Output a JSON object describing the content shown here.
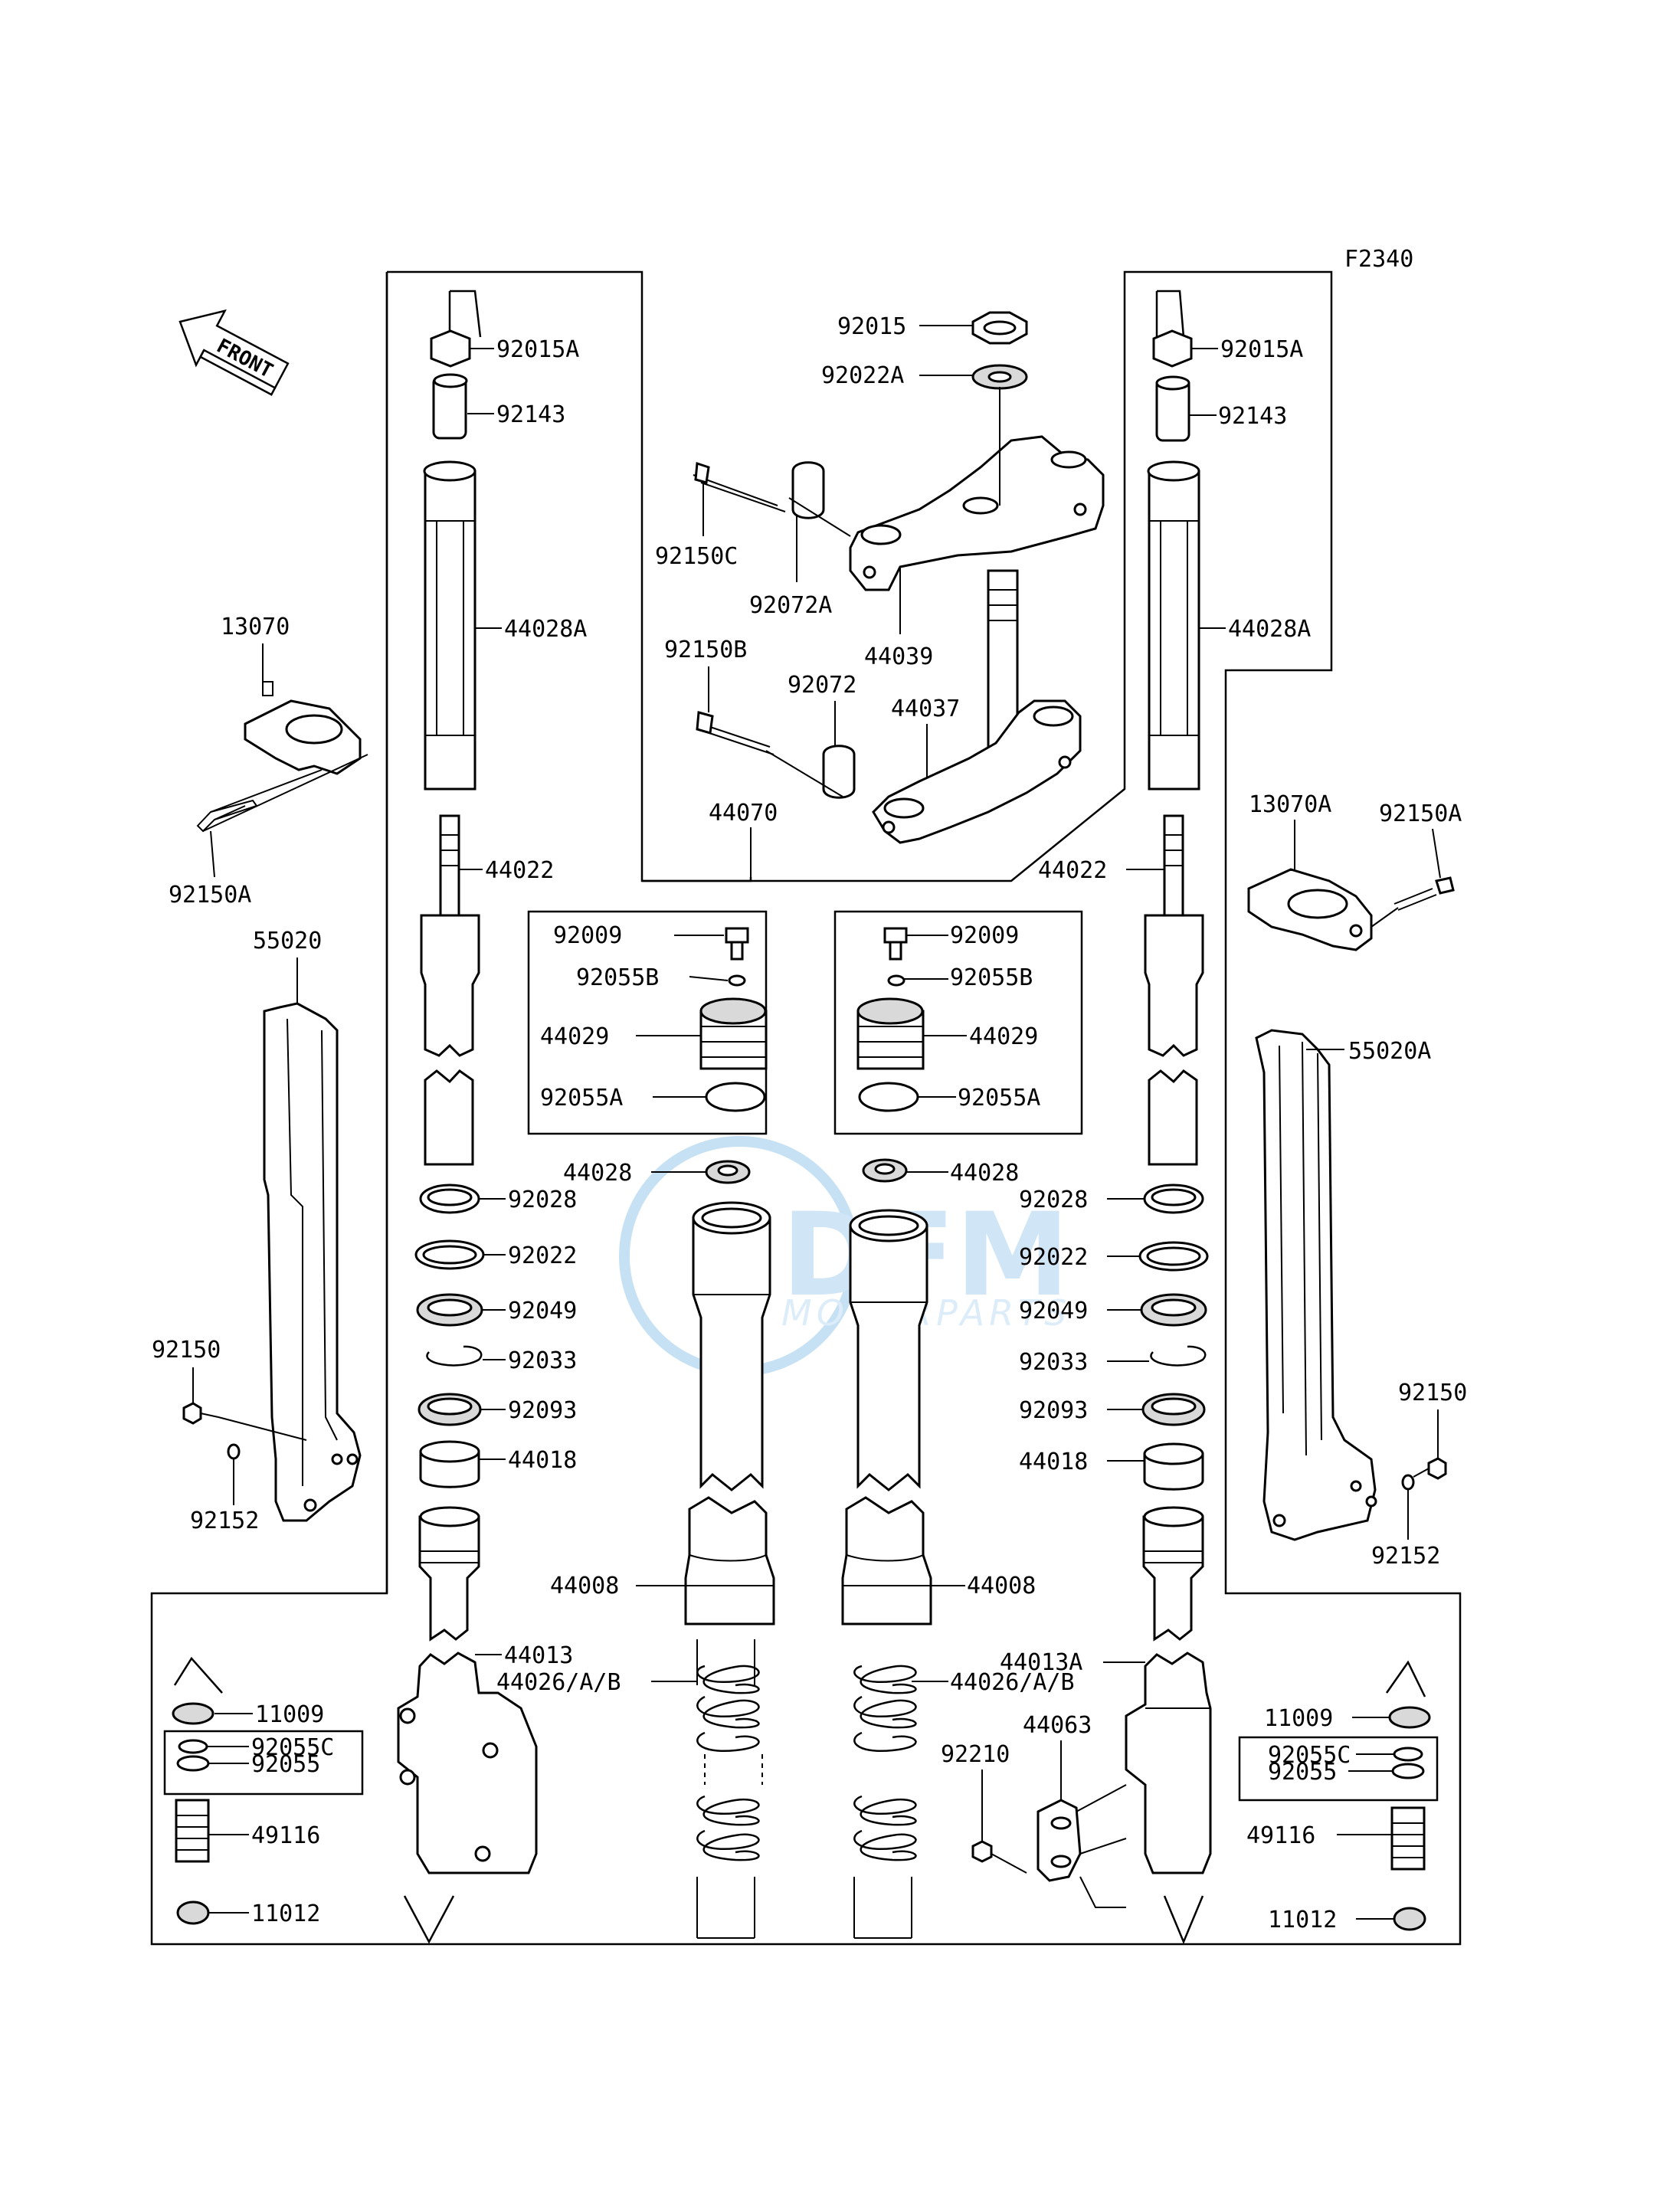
{
  "figure_code": "F2340",
  "front_arrow": "FRONT",
  "watermark": {
    "brand": "DFM",
    "subtitle": "MOTORPARTS",
    "color": "#5fa8e0"
  },
  "left_fork": {
    "top_nut": "92015A",
    "collar": "92143",
    "inner_tube": "44028A",
    "rod": "44022",
    "bushing": "92028",
    "washer": "92022",
    "oil_seal": "92049",
    "circlip": "92033",
    "dust_seal": "92093",
    "guide_bushing": "44018",
    "outer_tube": "44013",
    "spring": "44026/A/B",
    "air_valve_cap": "11009",
    "oring_c": "92055C",
    "oring": "92055",
    "valve": "49116",
    "plug": "11012",
    "cap_bolt": "92009",
    "oring_b": "92055B",
    "cap_assy": "44029",
    "oring_a": "92055A",
    "washer_44028": "44028",
    "cylinder_cover": "44008",
    "clamp": "13070",
    "clamp_bolt": "92150A",
    "guard": "55020",
    "guard_bolt": "92150",
    "guard_washer": "92152"
  },
  "right_fork": {
    "top_nut": "92015A",
    "collar": "92143",
    "inner_tube": "44028A",
    "rod": "44022",
    "bushing": "92028",
    "washer": "92022",
    "oil_seal": "92049",
    "circlip": "92033",
    "dust_seal": "92093",
    "guide_bushing": "44018",
    "outer_tube": "44013A",
    "spring": "44026/A/B",
    "air_valve_cap": "11009",
    "oring_c": "92055C",
    "oring": "92055",
    "valve": "49116",
    "plug": "11012",
    "cap_bolt": "92009",
    "oring_b": "92055B",
    "cap_assy": "44029",
    "oring_a": "92055A",
    "washer_44028": "44028",
    "cylinder_cover": "44008",
    "clamp": "13070A",
    "clamp_bolt": "92150A",
    "guard": "55020A",
    "guard_bolt": "92150",
    "guard_washer": "92152",
    "hose_guide": "44063",
    "guide_nut": "92210"
  },
  "triple_clamp": {
    "stem_nut": "92015",
    "stem_washer": "92022A",
    "upper_bolt": "92150C",
    "upper_clamp_cap": "92072A",
    "upper_bracket": "44039",
    "lower_bolt": "92150B",
    "lower_clamp_cap": "92072",
    "stem_head": "44037",
    "bracket_assy": "44070"
  }
}
